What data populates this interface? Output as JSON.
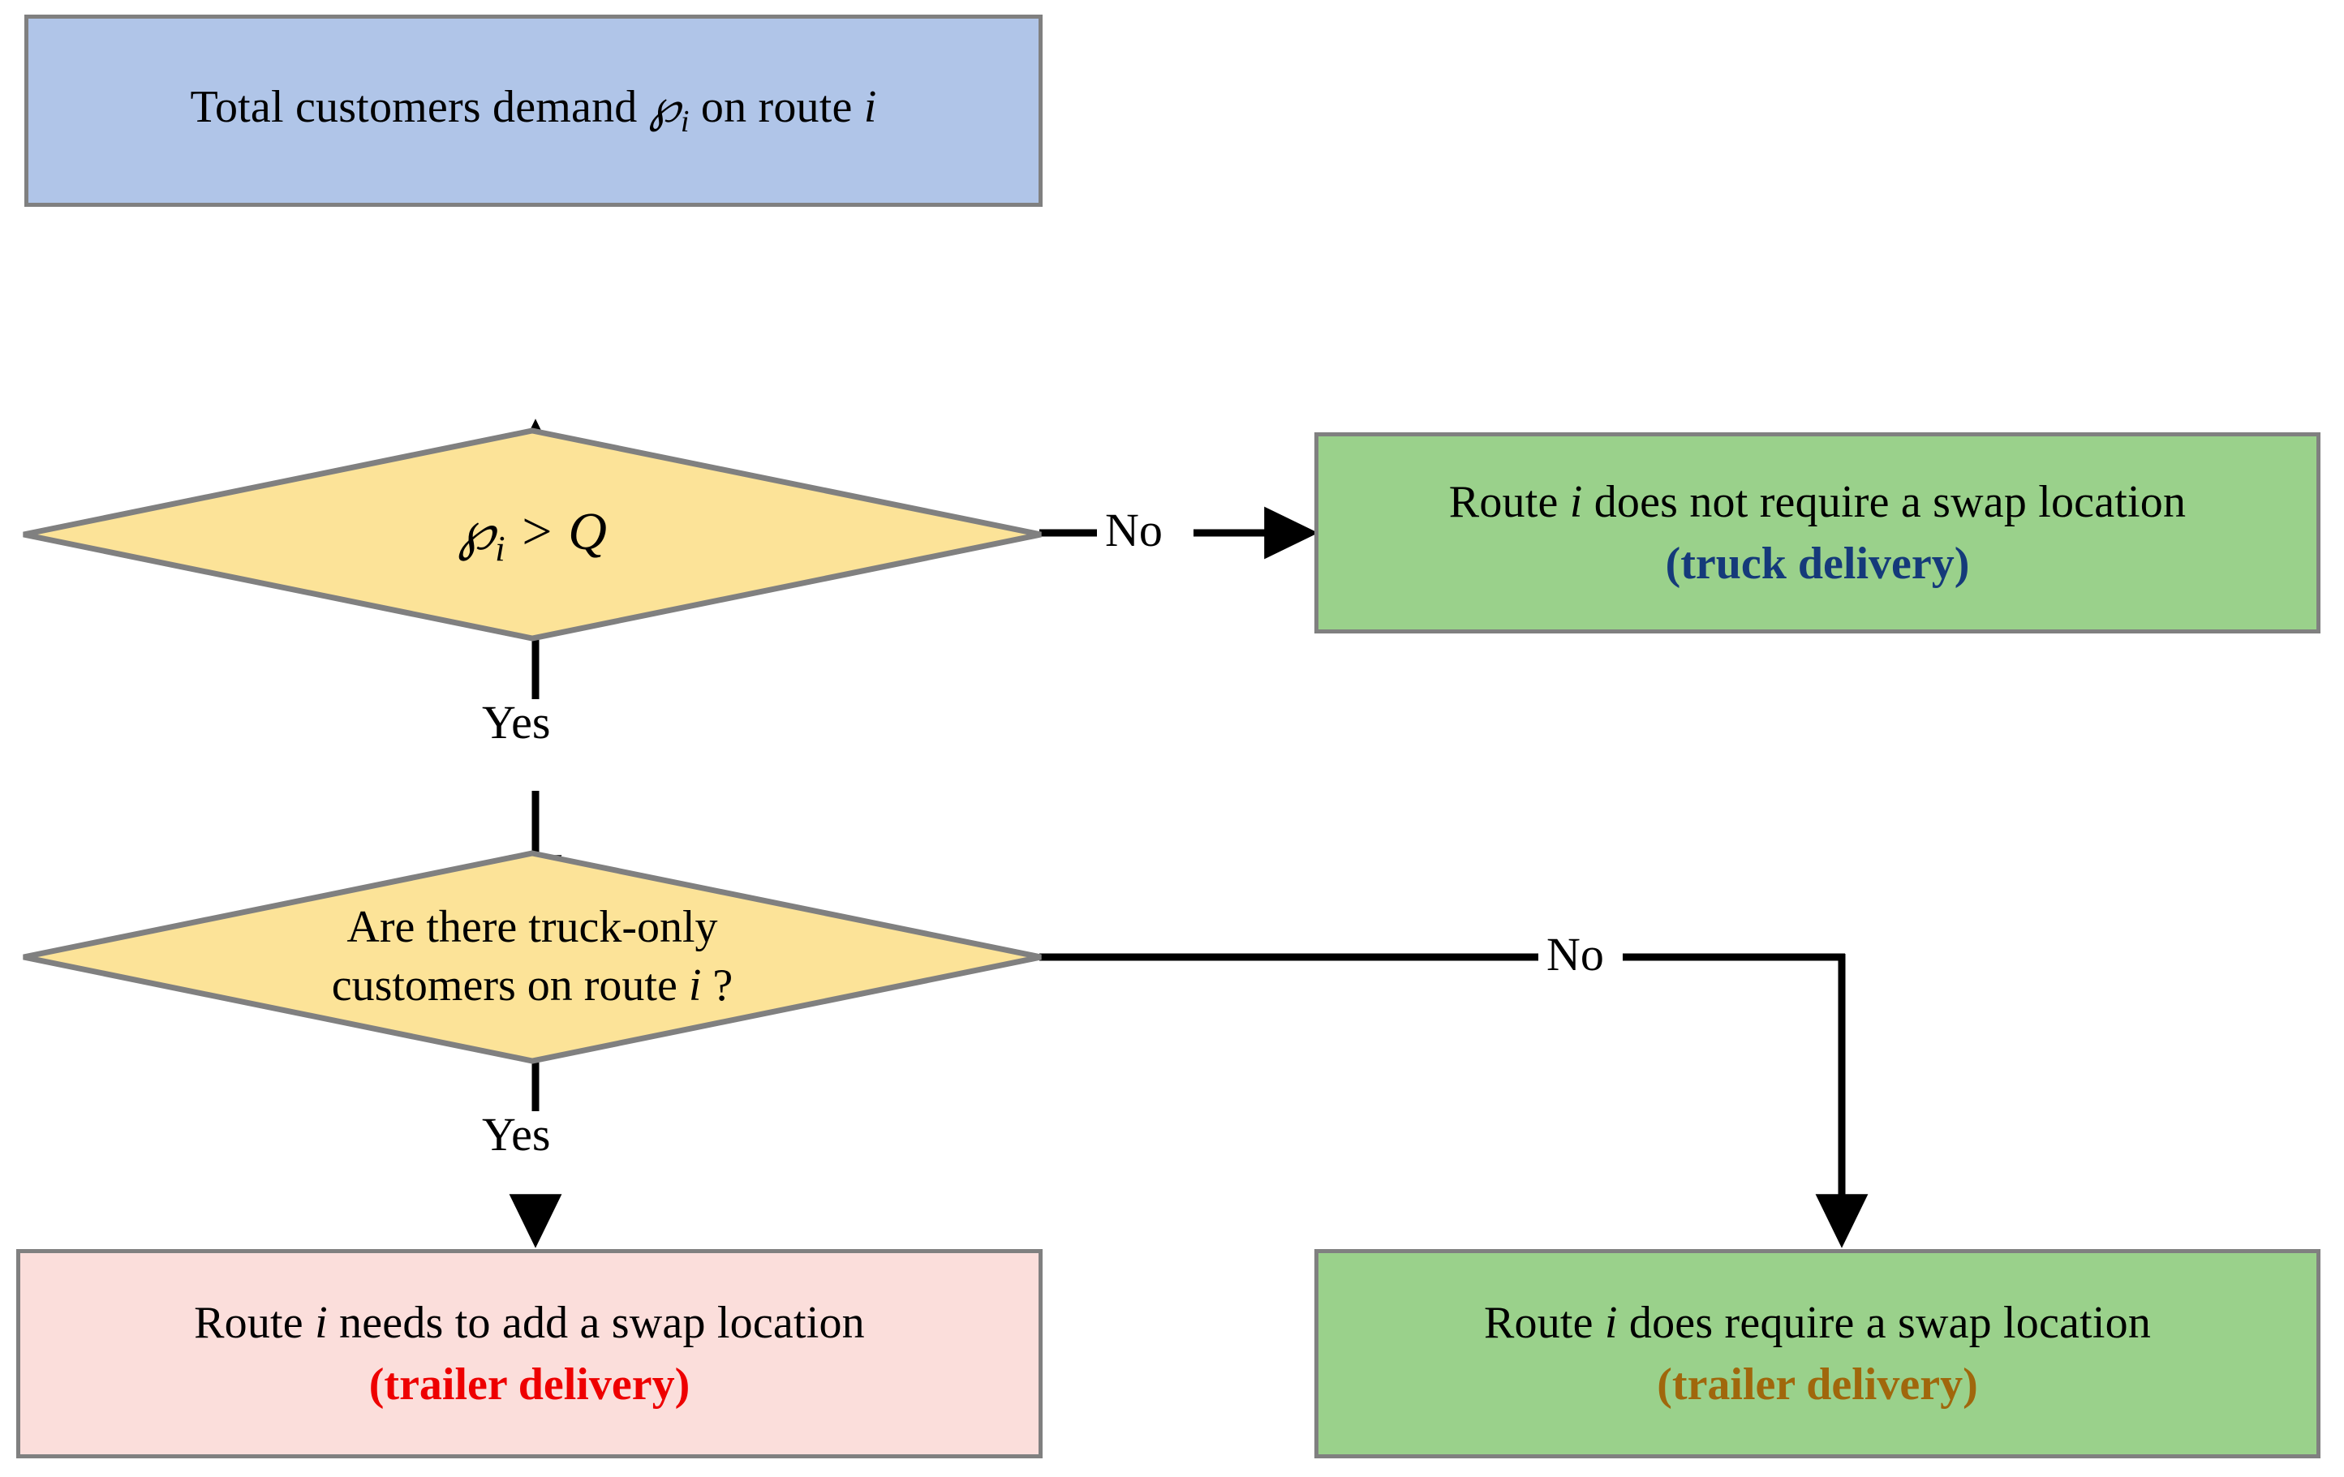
{
  "diagram": {
    "type": "flowchart",
    "title": "Swap location decision flowchart",
    "colors": {
      "start_fill": "#b0c5e8",
      "decision_fill": "#fce398",
      "result_fill": "#9ad18b",
      "action_fill": "#fbdedb",
      "border": "#808080",
      "line": "#000000",
      "truck_delivery_text": "#153a7a",
      "trailer_delivery_red": "#ee0000",
      "trailer_delivery_brown": "#a0670c"
    },
    "nodes": {
      "start": {
        "shape": "rectangle",
        "text_prefix": "Total customers demand ",
        "symbol": "℘",
        "symbol_subscript": "i",
        "text_suffix": " on route ",
        "text_italic_tail": "i"
      },
      "decision_capacity": {
        "shape": "diamond",
        "symbol": "℘",
        "symbol_subscript": "i",
        "operator": " > ",
        "operand": "Q"
      },
      "decision_truck_only": {
        "shape": "diamond",
        "line1": "Are there truck-only",
        "line2_prefix": "customers on route ",
        "line2_italic": "i",
        "line2_suffix": " ?"
      },
      "result_no_swap": {
        "shape": "rectangle",
        "line1_prefix": "Route ",
        "line1_italic": "i",
        "line1_suffix": " does not require a swap location",
        "line2": "(truck delivery)"
      },
      "action_add_swap": {
        "shape": "rectangle",
        "line1_prefix": "Route ",
        "line1_italic": "i",
        "line1_suffix": " needs to add a swap location",
        "line2": "(trailer delivery)"
      },
      "result_require_swap": {
        "shape": "rectangle",
        "line1_prefix": "Route ",
        "line1_italic": "i",
        "line1_suffix": " does require a swap location",
        "line2": "(trailer delivery)"
      }
    },
    "edges": {
      "start_to_capacity": {
        "label": ""
      },
      "capacity_no": {
        "label": "No"
      },
      "capacity_yes": {
        "label": "Yes"
      },
      "truckonly_no": {
        "label": "No"
      },
      "truckonly_yes": {
        "label": "Yes"
      }
    }
  }
}
